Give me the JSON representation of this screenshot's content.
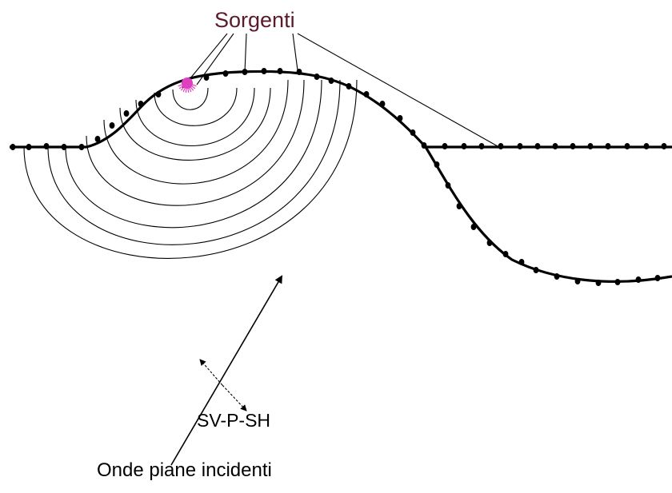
{
  "labels": {
    "sources": "Sorgenti",
    "wave_types": "SV-P-SH",
    "incident_waves": "Onde piane incidenti"
  },
  "colors": {
    "sources_label": "#5a1a2a",
    "source_point": "#e040c0",
    "ink": "#000000",
    "background": "#ffffff"
  },
  "diagram": {
    "wavefront_count": 9
  }
}
